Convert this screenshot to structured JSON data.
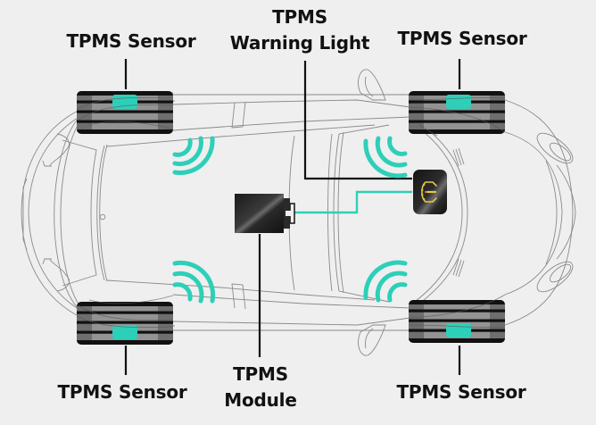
{
  "diagram": {
    "title": "TPMS system layout (top view of car)",
    "labels": {
      "sensor_front_left": "TPMS Sensor",
      "sensor_front_right": "TPMS Sensor",
      "sensor_rear_left": "TPMS Sensor",
      "sensor_rear_right": "TPMS Sensor",
      "warning_light_line1": "TPMS",
      "warning_light_line2": "Warning Light",
      "module_line1": "TPMS",
      "module_line2": "Module"
    },
    "components": [
      {
        "id": "tire-top-left",
        "type": "tire",
        "has_sensor": true
      },
      {
        "id": "tire-top-right",
        "type": "tire",
        "has_sensor": true
      },
      {
        "id": "tire-bottom-left",
        "type": "tire",
        "has_sensor": true
      },
      {
        "id": "tire-bottom-right",
        "type": "tire",
        "has_sensor": true
      },
      {
        "id": "tpms-module",
        "type": "control-module"
      },
      {
        "id": "tpms-warning-light",
        "type": "dashboard-indicator",
        "icon": "tire-pressure-warning-icon"
      }
    ],
    "signals": [
      {
        "from": "tire-top-left",
        "icon": "wireless-signal-icon"
      },
      {
        "from": "tire-top-right",
        "icon": "wireless-signal-icon"
      },
      {
        "from": "tire-bottom-left",
        "icon": "wireless-signal-icon"
      },
      {
        "from": "tire-bottom-right",
        "icon": "wireless-signal-icon"
      }
    ],
    "connections": [
      {
        "from": "tpms-module",
        "to": "tpms-warning-light",
        "kind": "wire"
      }
    ]
  },
  "colors": {
    "background": "#efefef",
    "signal_teal": "#2ecfb8",
    "warning_yellow": "#e9c740",
    "outline_gray": "#8a8a8a",
    "text": "#111111",
    "tire_dark": "#111111",
    "tire_mid": "#8f8f8f",
    "tire_edge": "#6e6e6e"
  }
}
